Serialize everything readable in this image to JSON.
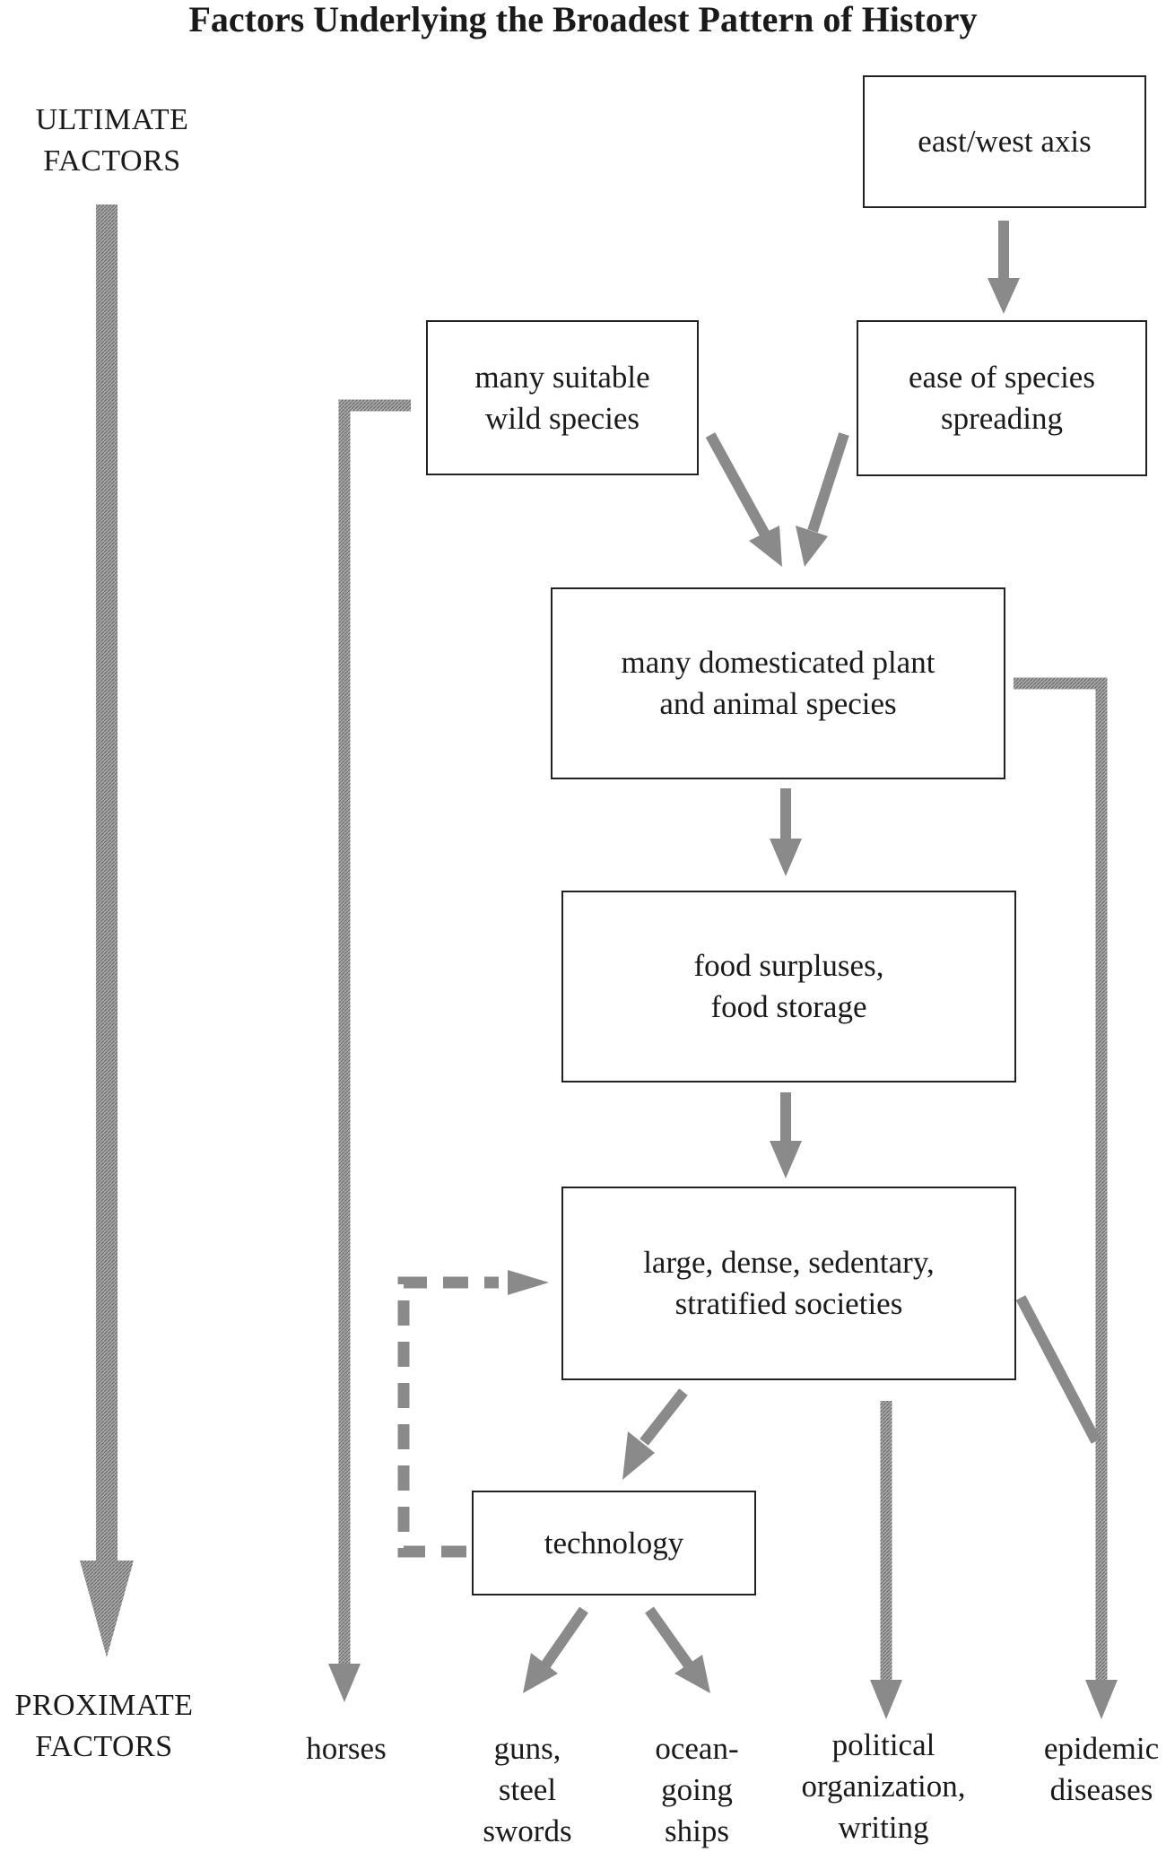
{
  "title": "Factors Underlying the Broadest Pattern of History",
  "axis": {
    "top_label": "ULTIMATE\nFACTORS",
    "bottom_label": "PROXIMATE\nFACTORS"
  },
  "nodes": {
    "east_west_axis": "east/west axis",
    "wild_species": "many suitable\nwild species",
    "species_spreading": "ease of species\nspreading",
    "domesticated": "many domesticated plant\nand animal species",
    "food_surpluses": "food surpluses,\nfood storage",
    "societies": "large, dense, sedentary,\nstratified societies",
    "technology": "technology"
  },
  "outcomes": {
    "horses": "horses",
    "guns": "guns,\nsteel\nswords",
    "ships": "ocean-\ngoing\nships",
    "political": "political\norganization,\nwriting",
    "diseases": "epidemic\ndiseases"
  },
  "colors": {
    "arrow": "#8a8a8a",
    "border": "#222222",
    "text": "#1a1a1a"
  }
}
